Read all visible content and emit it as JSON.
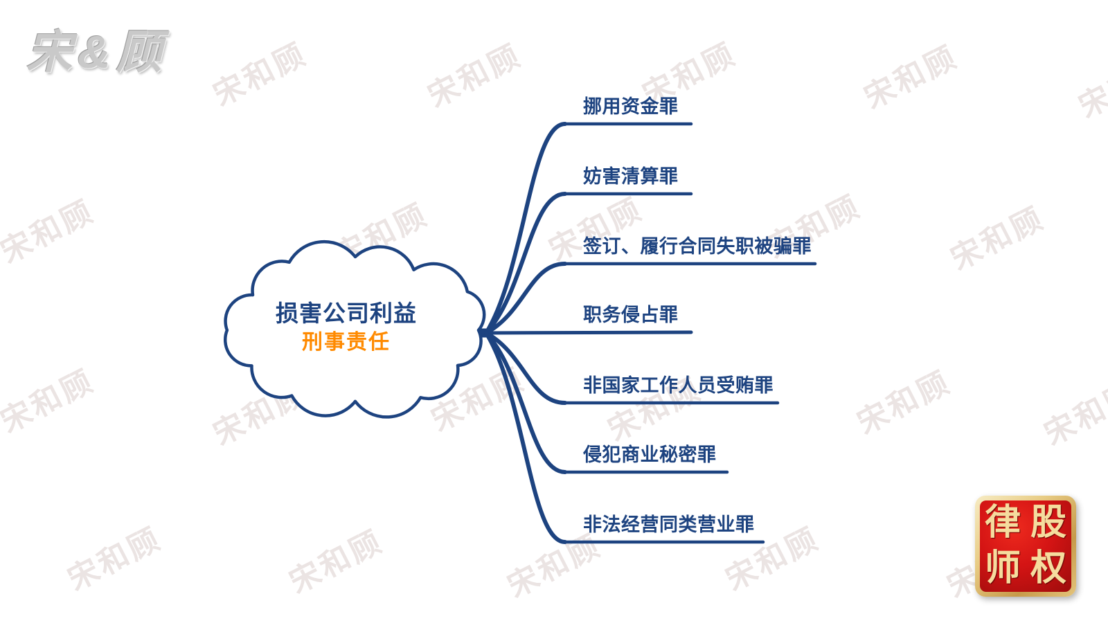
{
  "brand": {
    "logo_text": "宋&顾",
    "watermark_text": "宋和顾"
  },
  "mindmap": {
    "root": {
      "line1": "损害公司利益",
      "line2": "刑事责任"
    },
    "branches": [
      {
        "label": "挪用资金罪"
      },
      {
        "label": "妨害清算罪"
      },
      {
        "label": "签订、履行合同失职被骗罪"
      },
      {
        "label": "职务侵占罪"
      },
      {
        "label": "非国家工作人员受贿罪"
      },
      {
        "label": "侵犯商业秘密罪"
      },
      {
        "label": "非法经营同类营业罪"
      }
    ]
  },
  "seal": {
    "chars": [
      "律",
      "股",
      "师",
      "权"
    ]
  },
  "colors": {
    "navy": "#1d4380",
    "orange": "#ff8a00",
    "watermark": "#ebe4e3",
    "seal_red": "#d41414",
    "seal_gold": "#f5dc9e"
  }
}
